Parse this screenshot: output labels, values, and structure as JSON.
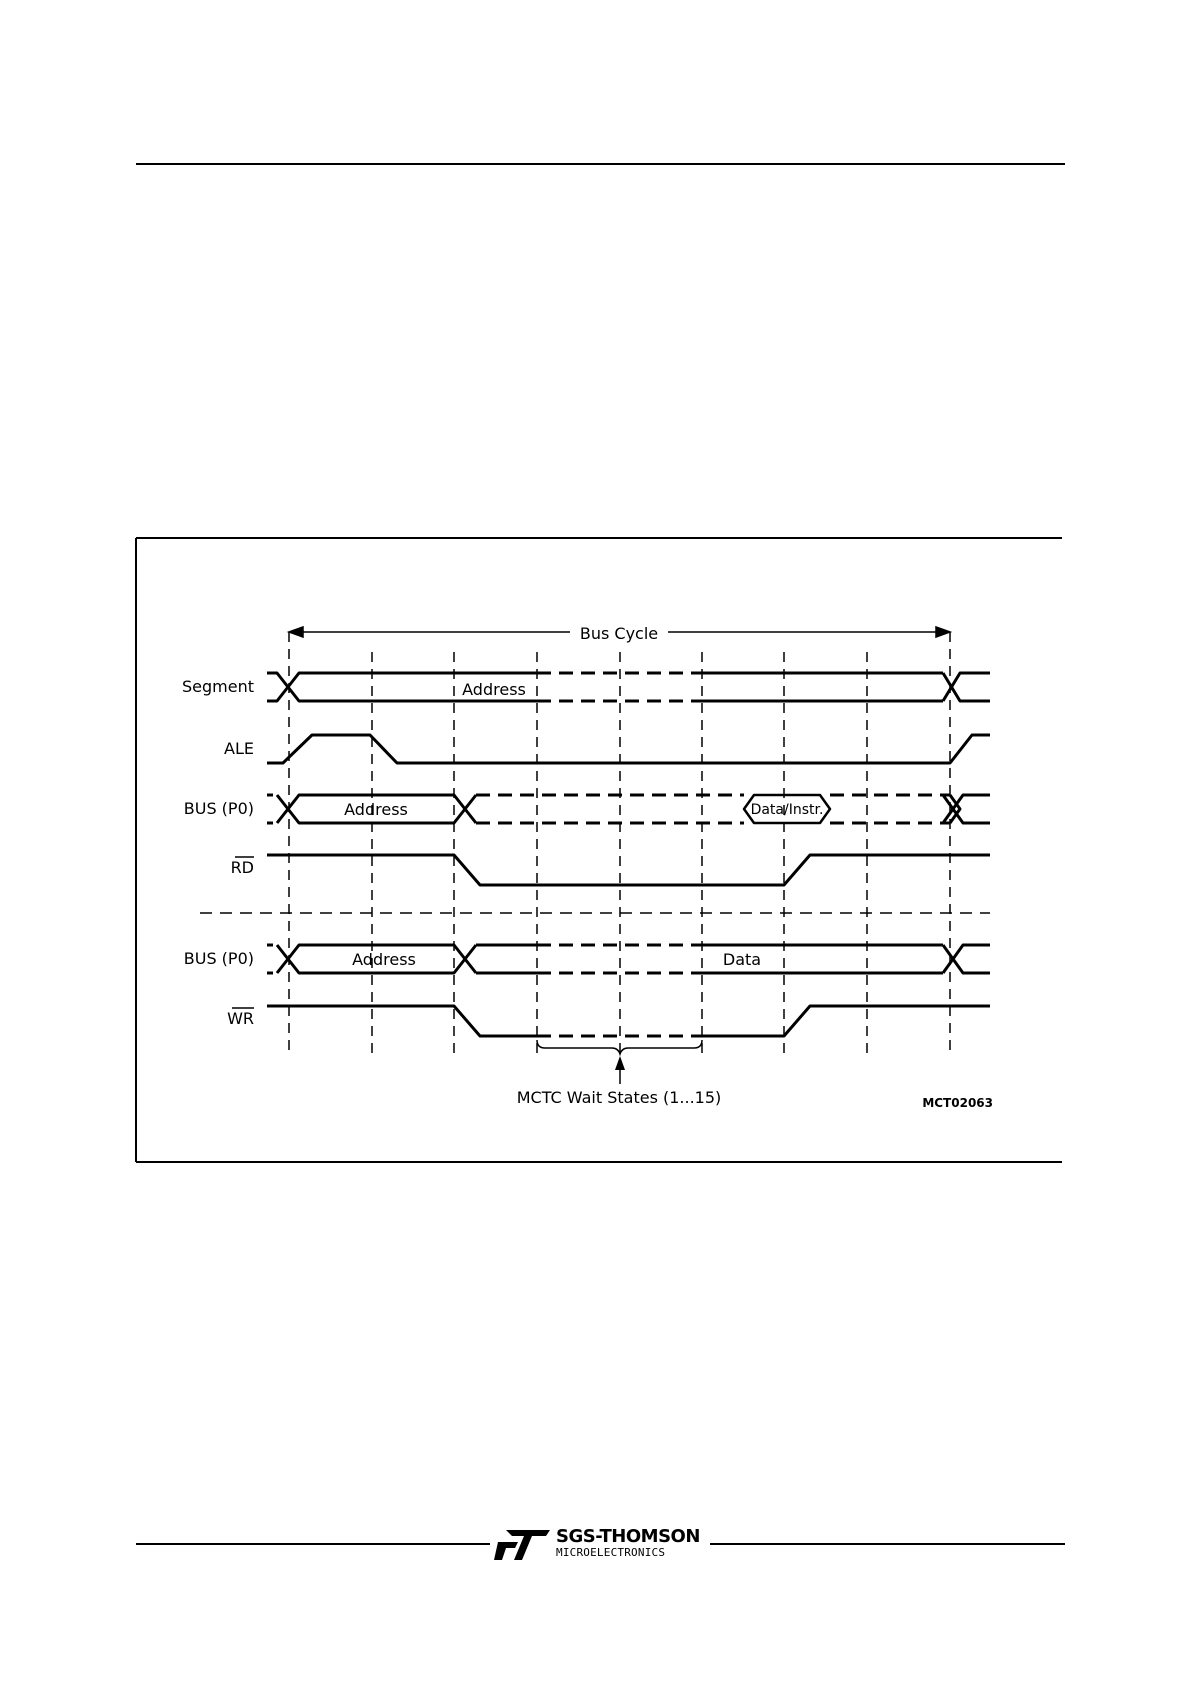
{
  "diagram": {
    "bus_cycle_label": "Bus Cycle",
    "signals": {
      "segment": "Segment",
      "ale": "ALE",
      "bus_p0_read": "BUS (P0)",
      "rd": "RD",
      "bus_p0_write": "BUS (P0)",
      "wr": "WR"
    },
    "segment_value": "Address",
    "bus_read_address": "Address",
    "bus_read_data": "Data/Instr.",
    "bus_write_address": "Address",
    "bus_write_data": "Data",
    "wait_states_label": "MCTC Wait States (1...15)",
    "figure_code": "MCT02063"
  },
  "footer": {
    "logo_line1": "SGS-THOMSON",
    "logo_line2": "MICROELECTRONICS",
    "logo_mark": "ST"
  }
}
